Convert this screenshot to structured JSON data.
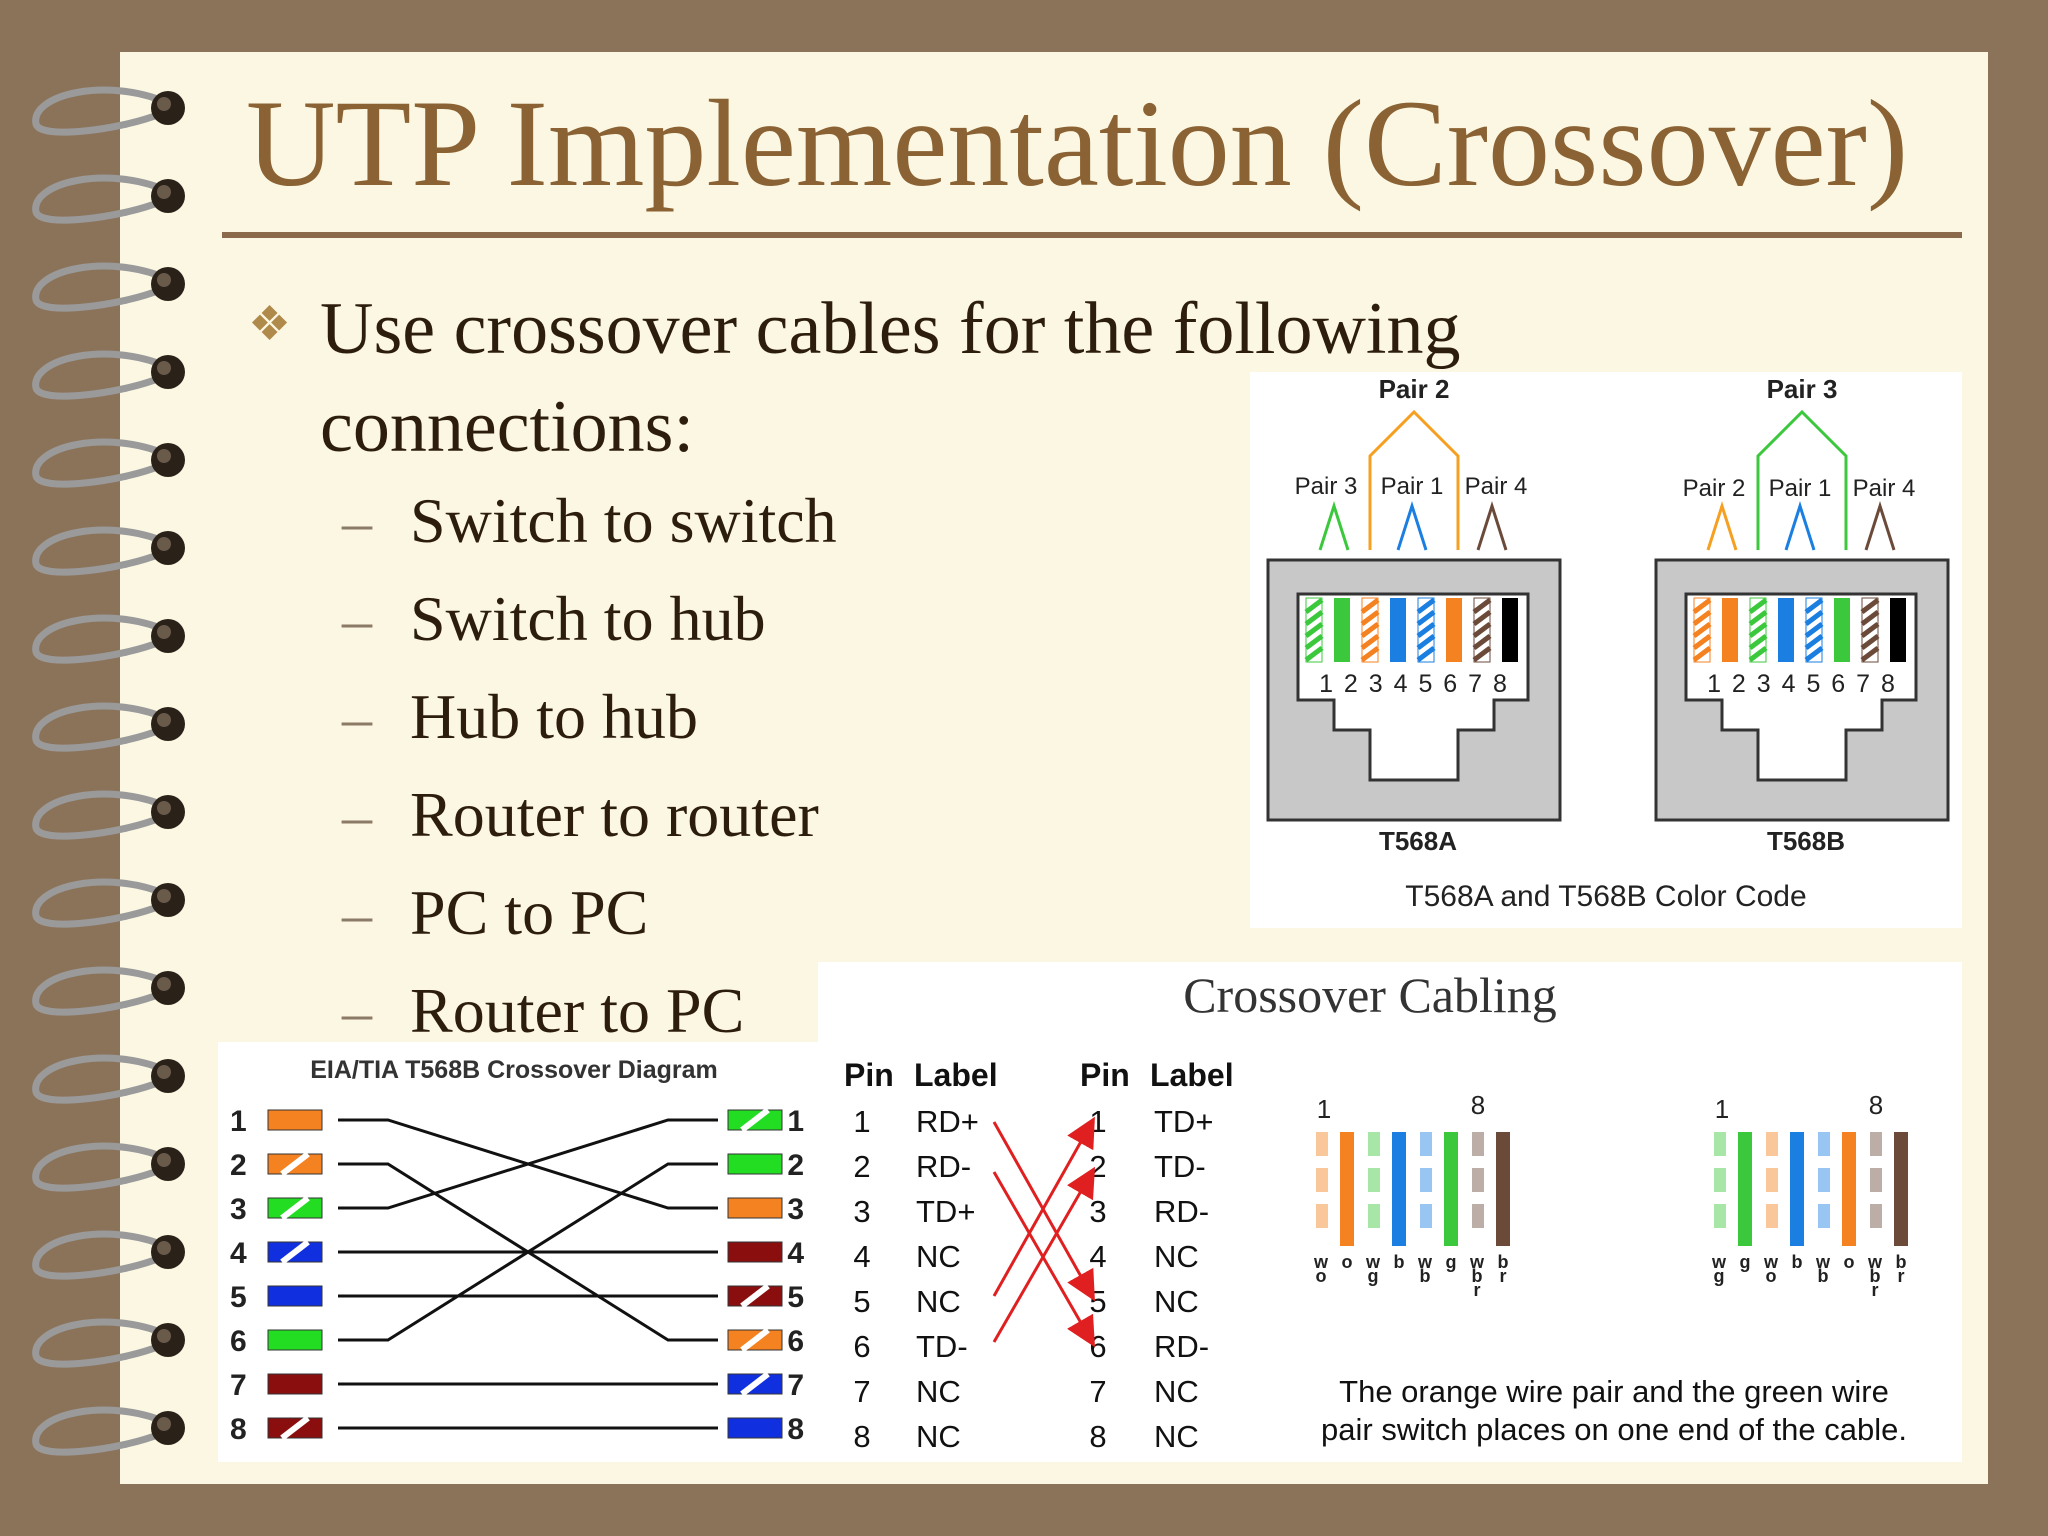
{
  "slide": {
    "title": "UTP Implementation (Crossover)",
    "bullet": "Use crossover cables for the following connections:",
    "dash": "–",
    "connections": [
      "Switch to switch",
      "Switch to hub",
      "Hub to hub",
      "Router to router",
      "PC to PC",
      "Router to PC"
    ]
  },
  "colorcode": {
    "left": {
      "top_pair": "Pair 2",
      "pairs": [
        "Pair 3",
        "Pair 1",
        "Pair 4"
      ],
      "pins": "1 2 3 4 5 6 7 8",
      "name": "T568A"
    },
    "right": {
      "top_pair": "Pair 3",
      "pairs": [
        "Pair 2",
        "Pair 1",
        "Pair 4"
      ],
      "pins": "1 2 3 4 5 6 7 8",
      "name": "T568B"
    },
    "caption": "T568A and T568B Color Code"
  },
  "diagram": {
    "title": "EIA/TIA T568B Crossover Diagram",
    "pins": [
      "1",
      "2",
      "3",
      "4",
      "5",
      "6",
      "7",
      "8"
    ]
  },
  "crossover": {
    "title": "Crossover Cabling",
    "pin_header": "Pin",
    "label_header": "Label",
    "left_labels": [
      "RD+",
      "RD-",
      "TD+",
      "NC",
      "NC",
      "TD-",
      "NC",
      "NC"
    ],
    "right_labels": [
      "TD+",
      "TD-",
      "RD-",
      "NC",
      "NC",
      "RD-",
      "NC",
      "NC"
    ],
    "wire_left": {
      "start": "1",
      "end": "8",
      "codes": [
        [
          "w",
          "o"
        ],
        [
          "o",
          ""
        ],
        [
          "w",
          "g"
        ],
        [
          "b",
          ""
        ],
        [
          "w",
          "b"
        ],
        [
          "g",
          ""
        ],
        [
          "w",
          "b",
          "r"
        ],
        [
          "b",
          "r"
        ]
      ]
    },
    "wire_right": {
      "start": "1",
      "end": "8",
      "codes": [
        [
          "w",
          "g"
        ],
        [
          "g",
          ""
        ],
        [
          "w",
          "o"
        ],
        [
          "b",
          ""
        ],
        [
          "w",
          "b"
        ],
        [
          "o",
          ""
        ],
        [
          "w",
          "b",
          "r"
        ],
        [
          "b",
          "r"
        ]
      ]
    },
    "caption_line1": "The orange wire pair and the green wire",
    "caption_line2": "pair switch places on one end of the cable."
  },
  "colors": {
    "orange": "#f58220",
    "green": "#3cc83c",
    "blue": "#1a7fe0",
    "brown": "#6b4a3a",
    "red": "#e02020"
  }
}
